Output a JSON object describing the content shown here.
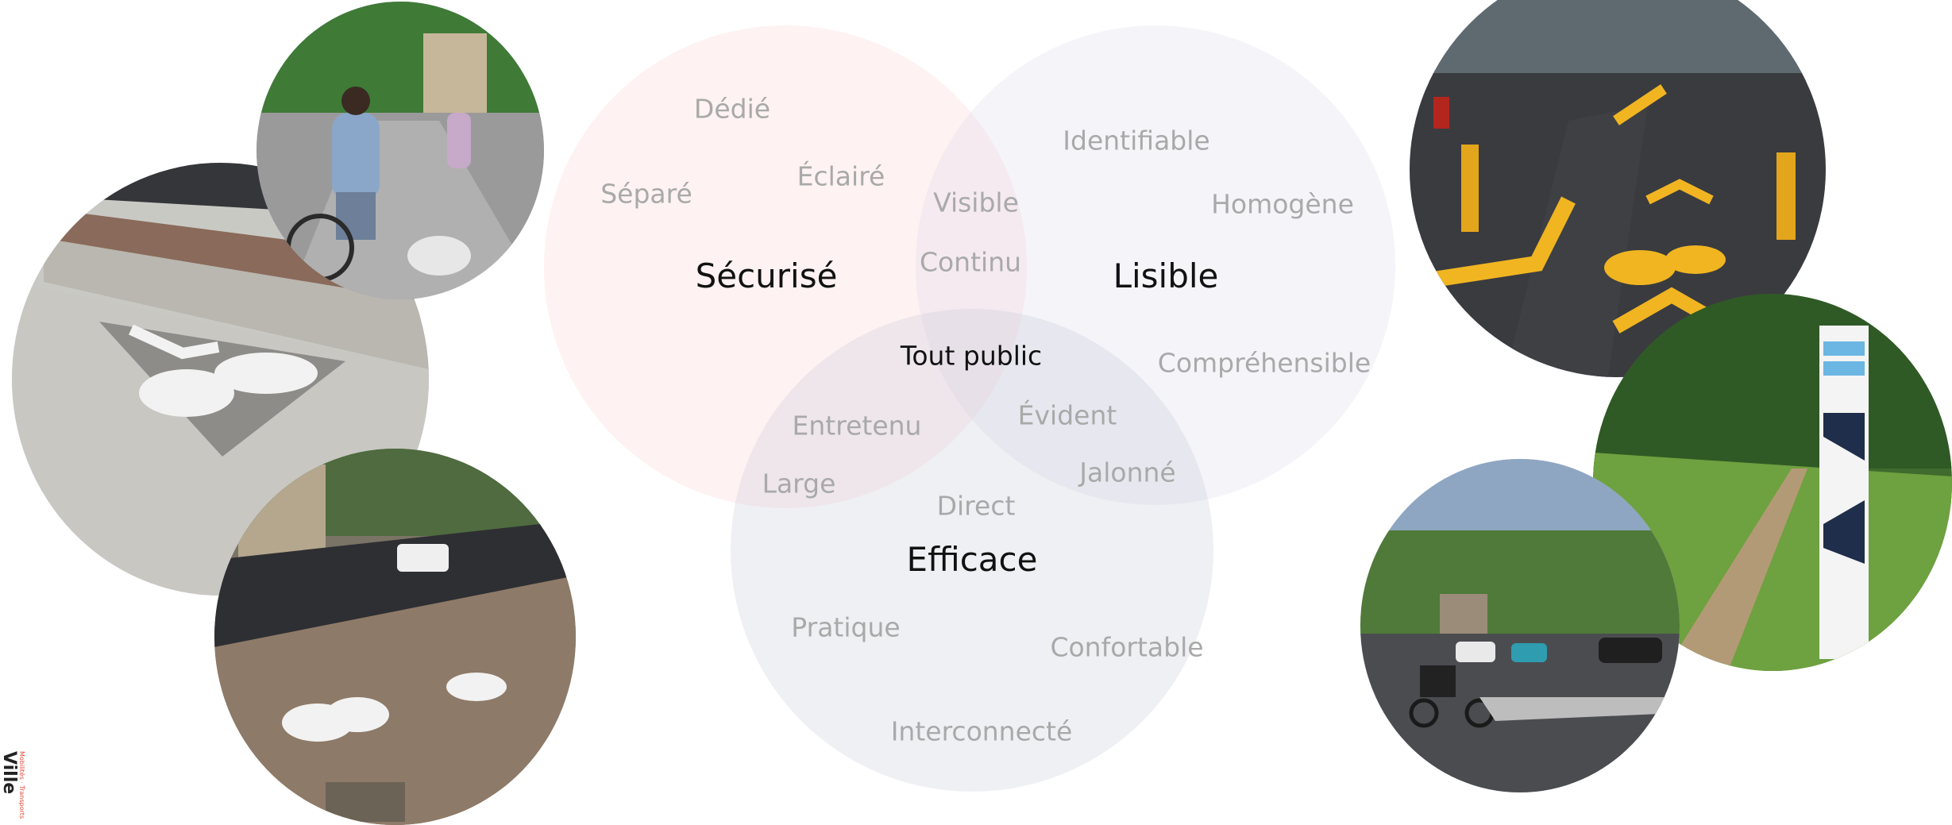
{
  "diagram": {
    "circles": [
      {
        "label": "Sécurisé",
        "color": "#facdcd"
      },
      {
        "label": "Lisible",
        "color": "#d7d2e8"
      },
      {
        "label": "Efficace",
        "color": "#c3c8d7"
      }
    ],
    "center_label": "Tout public",
    "words": {
      "dedie": "Dédié",
      "separe": "Séparé",
      "eclaire": "Éclairé",
      "visible": "Visible",
      "continu": "Continu",
      "identifiable": "Identifiable",
      "homogene": "Homogène",
      "comprehensible": "Compréhensible",
      "entretenu": "Entretenu",
      "large": "Large",
      "evident": "Évident",
      "jalonne": "Jalonné",
      "direct": "Direct",
      "pratique": "Pratique",
      "confortable": "Confortable",
      "interconnecte": "Interconnecté"
    },
    "text_color": "#a9a9a9"
  },
  "logo": {
    "name": "Ville",
    "tagline": "Mobilités · Transports",
    "accent_colors": [
      "#e2473b",
      "#2aa6c9"
    ]
  }
}
